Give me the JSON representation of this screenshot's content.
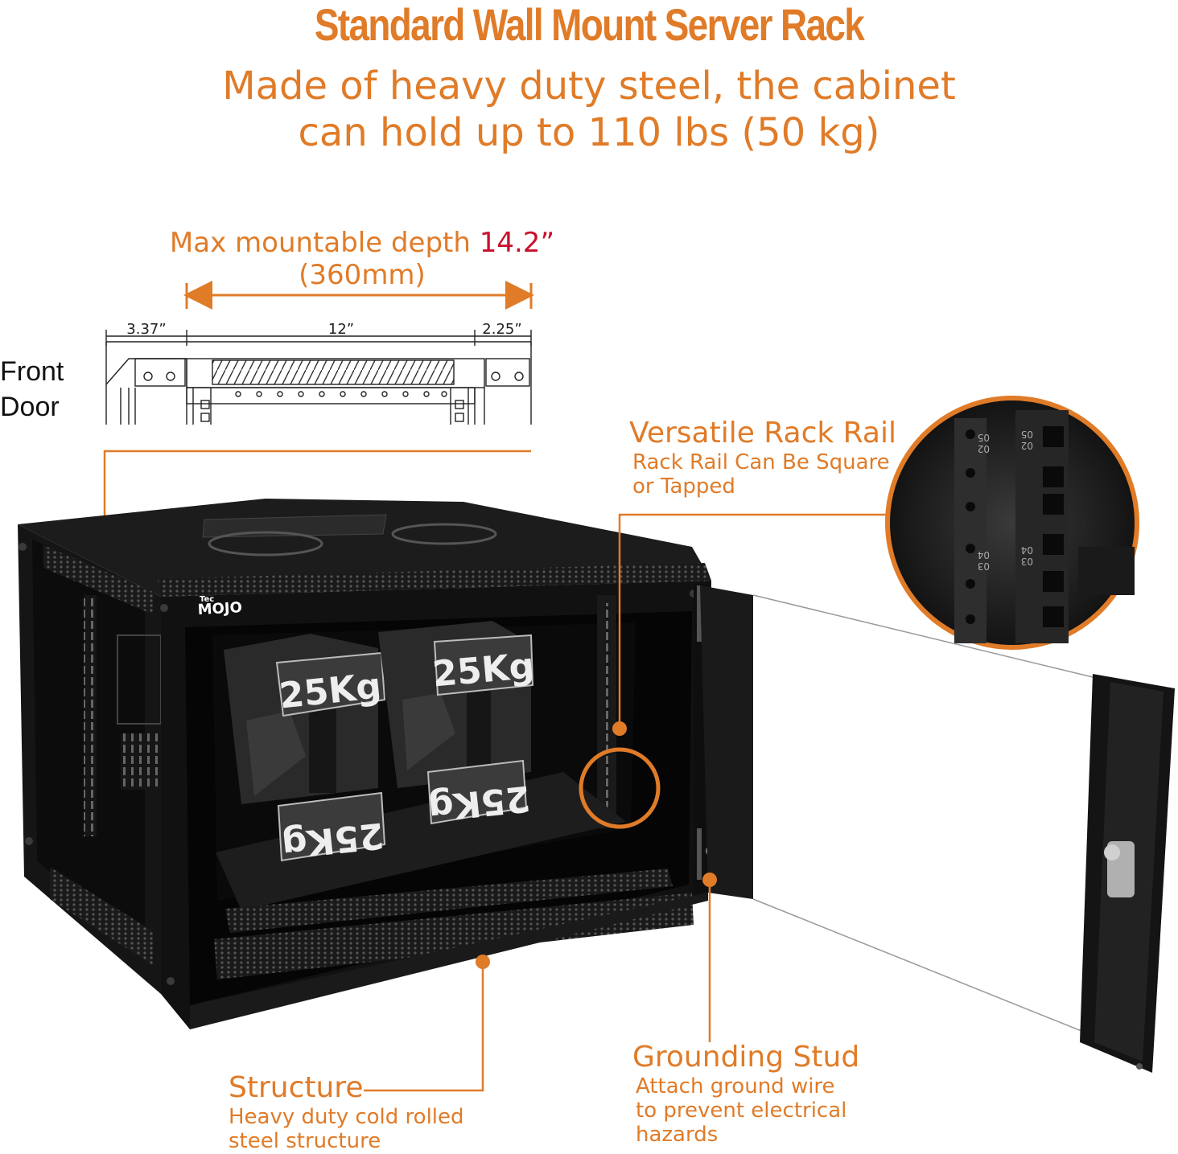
{
  "title": "Standard Wall Mount Server Rack",
  "subtitle_line1": "Made of heavy duty steel, the cabinet",
  "subtitle_line2": "can hold up to 110 lbs (50 kg)",
  "depth": {
    "label": "Max mountable depth",
    "value": "14.2”",
    "metric": "(360mm)",
    "dims": [
      "3.37”",
      "12”",
      "2.25”"
    ]
  },
  "front_door": [
    "Front",
    "Door"
  ],
  "weights": [
    "25Kg",
    "25Kg",
    "25Kg",
    "25Kg"
  ],
  "brand": "MOJO",
  "brand_prefix": "Tec",
  "callouts": {
    "rail": {
      "title": "Versatile Rack Rail",
      "line1": "Rack Rail Can Be Square",
      "line2": "or Tapped"
    },
    "grounding": {
      "title": "Grounding Stud",
      "line1": "Attach ground wire",
      "line2": "to prevent electrical",
      "line3": "hazards"
    },
    "structure": {
      "title": "Structure",
      "line1": "Heavy duty cold rolled",
      "line2": "steel structure"
    }
  },
  "rail_numbers": [
    "05",
    "02",
    "05",
    "02",
    "04",
    "03",
    "04",
    "03"
  ],
  "colors": {
    "accent": "#e07b28",
    "highlight": "#c8102e",
    "cabinet": "#121212"
  }
}
